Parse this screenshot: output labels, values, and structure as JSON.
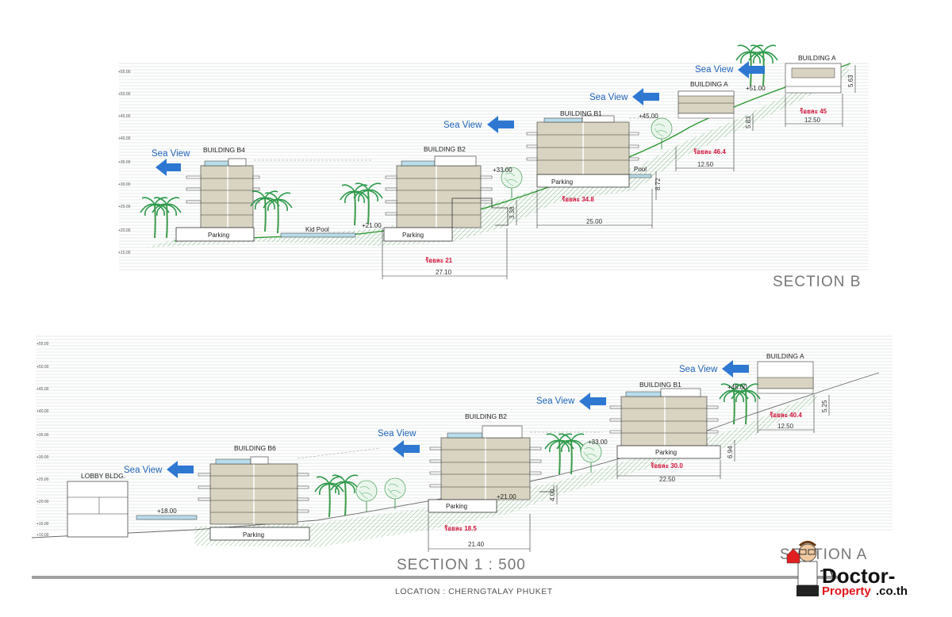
{
  "section_b": {
    "title": "SECTION B",
    "levels": [
      "+55.00",
      "+50.00",
      "+45.00",
      "+40.00",
      "+35.00",
      "+30.00",
      "+25.00",
      "+20.00",
      "+15.00"
    ],
    "buildings": {
      "b4": "BUILDING B4",
      "b2": "BUILDING B2",
      "b1": "BUILDING B1",
      "a_left": "BUILDING A",
      "a_right": "BUILDING A"
    },
    "labels": {
      "parking_b4": "Parking",
      "parking_b2": "Parking",
      "parking_b1": "Parking",
      "kid_pool": "Kid Pool",
      "pool": "Pool"
    },
    "elevations": {
      "e21": "+21.00",
      "e33": "+33.00",
      "e45": "+45.00",
      "e51": "+51.00"
    },
    "sea_view": "Sea View",
    "thai": {
      "t21": "ร้อยละ 21",
      "t34": "ร้อยละ 34.8",
      "t46": "ร้อยละ 46.4",
      "t45": "ร้อยละ 45"
    },
    "dims": {
      "d27": "27.10",
      "d25": "25.00",
      "d1250a": "12.50",
      "d1250b": "12.50",
      "v338": "3.38",
      "v872": "8.72",
      "v583": "5.83",
      "v563": "5.63"
    }
  },
  "section_a": {
    "title": "SECTION A",
    "levels": [
      "+55.00",
      "+50.00",
      "+45.00",
      "+40.00",
      "+35.00",
      "+30.00",
      "+25.00",
      "+20.00",
      "+15.00",
      "+10.00"
    ],
    "buildings": {
      "lobby": "LOBBY BLDG.",
      "b6": "BUILDING B6",
      "b2": "BUILDING B2",
      "b1": "BUILDING B1",
      "a": "BUILDING A"
    },
    "labels": {
      "parking_b6": "Parking",
      "parking_b2": "Parking",
      "parking_b1": "Parking"
    },
    "elevations": {
      "e18": "+18.00",
      "e21": "+21.00",
      "e33": "+33.00",
      "e45": "+45.00"
    },
    "sea_view": "Sea View",
    "thai": {
      "t185": "ร้อยละ 18.5",
      "t30": "ร้อยละ 30.0",
      "t404": "ร้อยละ 40.4"
    },
    "dims": {
      "d2140": "21.40",
      "d2250": "22.50",
      "d1250": "12.50",
      "v400": "4.00",
      "v694": "6.94",
      "v525": "5.25"
    }
  },
  "footer": {
    "scale": "SECTION  1  :  500",
    "location": "LOCATION  :  CHERNGTALAY PHUKET"
  },
  "logo": {
    "line1": "Doctor-",
    "line2": "Property",
    "line3": ".co.th"
  },
  "colors": {
    "building": "#d9d4c1",
    "sea_view": "#1f63b8",
    "arrow": "#2e78d2",
    "slope": "#2f9a34",
    "thai": "#d0143a",
    "glass": "#b8dcea"
  }
}
